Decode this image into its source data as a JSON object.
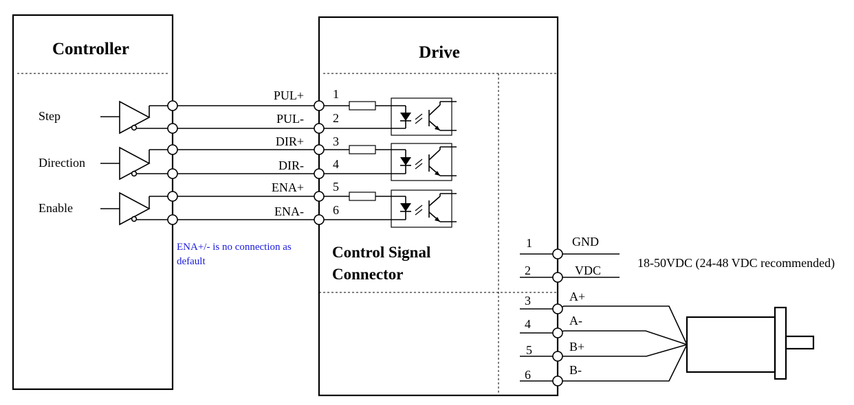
{
  "controller": {
    "title": "Controller",
    "signals": [
      "Step",
      "Direction",
      "Enable"
    ],
    "note_line1": "ENA+/- is no connection as",
    "note_line2": "default"
  },
  "drive": {
    "title": "Drive",
    "control_connector": {
      "title_line1": "Control Signal",
      "title_line2": "Connector",
      "pins": [
        {
          "num": "1",
          "name": "PUL+"
        },
        {
          "num": "2",
          "name": "PUL-"
        },
        {
          "num": "3",
          "name": "DIR+"
        },
        {
          "num": "4",
          "name": "DIR-"
        },
        {
          "num": "5",
          "name": "ENA+"
        },
        {
          "num": "6",
          "name": "ENA-"
        }
      ]
    },
    "power_pins": [
      {
        "num": "1",
        "name": "GND"
      },
      {
        "num": "2",
        "name": "VDC"
      }
    ],
    "power_note": "18-50VDC (24-48 VDC recommended)",
    "motor_pins": [
      {
        "num": "3",
        "name": "A+"
      },
      {
        "num": "4",
        "name": "A-"
      },
      {
        "num": "5",
        "name": "B+"
      },
      {
        "num": "6",
        "name": "B-"
      }
    ]
  },
  "colors": {
    "line": "#000000",
    "note": "#1a1adb",
    "background": "#ffffff"
  }
}
